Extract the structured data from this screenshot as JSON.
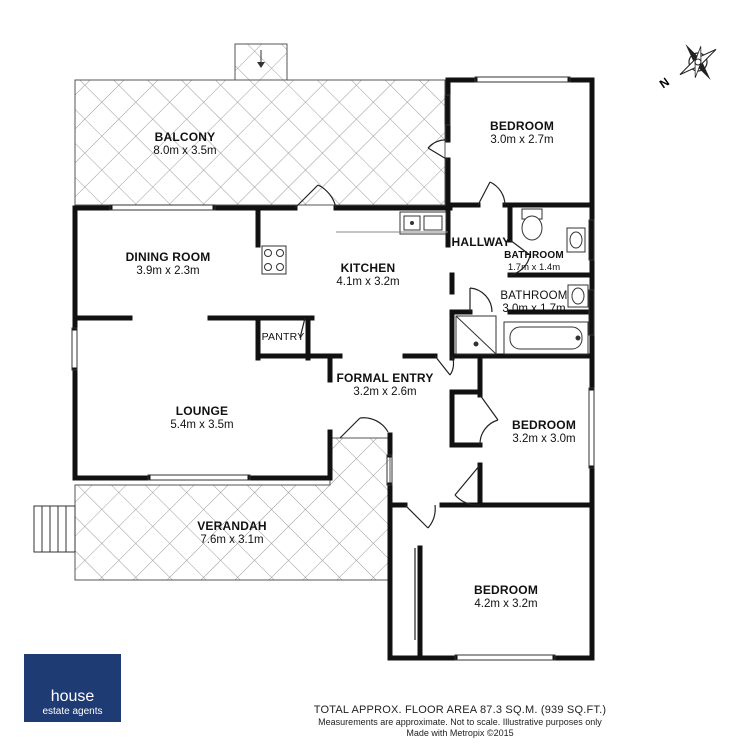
{
  "rooms": {
    "balcony": {
      "name": "BALCONY",
      "dims": "8.0m x 3.5m"
    },
    "bedroom_top": {
      "name": "BEDROOM",
      "dims": "3.0m x 2.7m"
    },
    "dining": {
      "name": "DINING ROOM",
      "dims": "3.9m x 2.3m"
    },
    "kitchen": {
      "name": "KITCHEN",
      "dims": "4.1m x 3.2m"
    },
    "hallway": {
      "name": "HALLWAY"
    },
    "bathroom_small": {
      "name": "BATHROOM",
      "dims": "1.7m x 1.4m"
    },
    "bathroom": {
      "name": "BATHROOM",
      "dims": "3.0m x 1.7m"
    },
    "pantry": {
      "name": "PANTRY"
    },
    "formal_entry": {
      "name": "FORMAL ENTRY",
      "dims": "3.2m x 2.6m"
    },
    "lounge": {
      "name": "LOUNGE",
      "dims": "5.4m x 3.5m"
    },
    "bedroom_mid": {
      "name": "BEDROOM",
      "dims": "3.2m x 3.0m"
    },
    "verandah": {
      "name": "VERANDAH",
      "dims": "7.6m x 3.1m"
    },
    "bedroom_bottom": {
      "name": "BEDROOM",
      "dims": "4.2m x 3.2m"
    }
  },
  "compass": {
    "letter": "N"
  },
  "logo": {
    "line1": "house",
    "line2": "estate agents"
  },
  "footer": {
    "area": "TOTAL APPROX. FLOOR AREA 87.3 SQ.M. (939 SQ.FT.)",
    "disclaimer": "Measurements are approximate.  Not to scale.  Illustrative purposes only",
    "credit": "Made with Metropix ©2015"
  },
  "colors": {
    "wall": "#111111",
    "hatch": "#9a9a9a",
    "brand": "#1f3b73"
  }
}
